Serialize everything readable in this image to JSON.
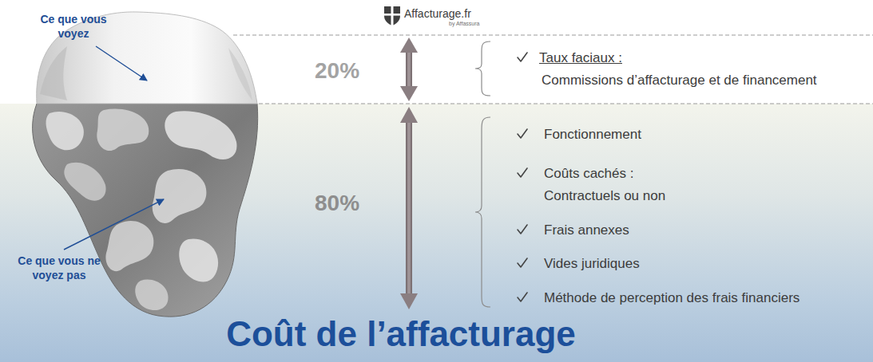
{
  "diagram": {
    "title": "Coût de l’affacturage",
    "nodes": [
      {
        "text": [
          "20%",
          "Taux faciaux :",
          "Commissions d’affacturage et de financement"
        ]
      },
      {
        "text": [
          "80%",
          "Fonctionnement",
          "Coûts cachés :",
          "Contractuels ou non",
          "Frais annexes",
          "Vides juridiques",
          "Méthode de perception des frais financiers"
        ]
      }
    ],
    "labels": [
      "Affacturage.fr",
      "by Affassura",
      "Ce que vous voyez",
      "Ce que vous ne voyez pas"
    ]
  }
}
